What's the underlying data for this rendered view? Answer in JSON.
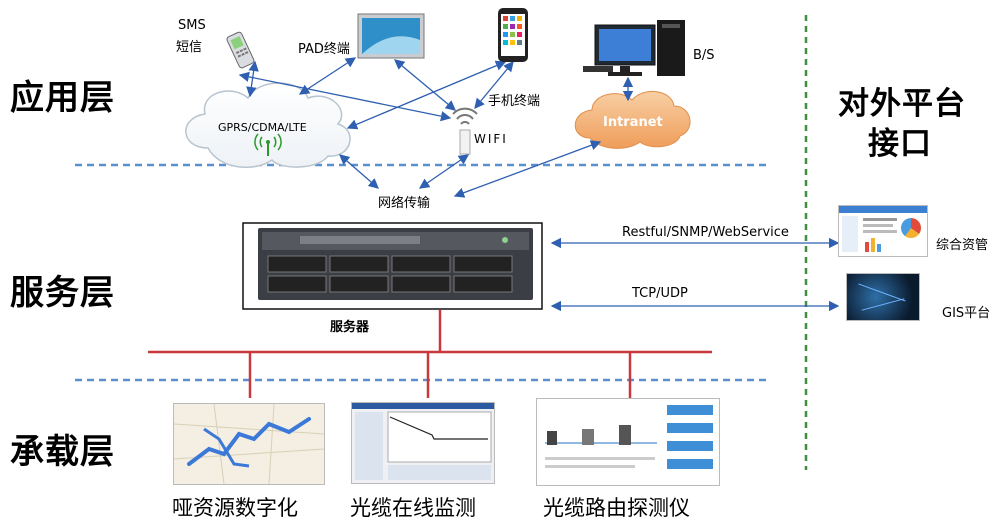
{
  "layers": {
    "application": "应用层",
    "service": "服务层",
    "bearer": "承载层"
  },
  "external": {
    "title_line1": "对外平台",
    "title_line2": "接口",
    "integrated_resource": "综合资管",
    "gis_platform": "GIS平台"
  },
  "app_layer": {
    "sms_line1": "SMS",
    "sms_line2": "短信",
    "pad_terminal": "PAD终端",
    "mobile_terminal": "手机终端",
    "bs": "B/S",
    "gprs_cloud": "GPRS/CDMA/LTE",
    "wifi": "WIFI",
    "intranet": "Intranet",
    "network_transmission": "网络传输"
  },
  "service_layer": {
    "server": "服务器",
    "restful_interface": "Restful/SNMP/WebService",
    "tcp_udp": "TCP/UDP"
  },
  "bearer_layer": {
    "item1": "哑资源数字化",
    "item2": "光缆在线监测",
    "item3": "光缆路由探测仪"
  },
  "colors": {
    "dashed_blue": "#5b8fd0",
    "dashed_green": "#3f8f3f",
    "bus_red": "#c9383c",
    "arrow_blue": "#2e5fb0",
    "intranet_orange": "#f3b075"
  }
}
